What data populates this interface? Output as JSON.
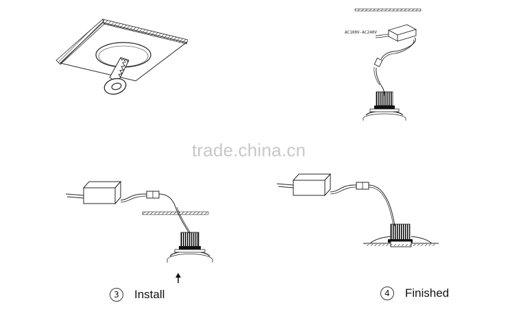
{
  "watermark": "trade.china.cn",
  "steps": [
    {
      "number": "3",
      "label": "Install"
    },
    {
      "number": "4",
      "label": "Finished"
    }
  ],
  "panel2": {
    "driver_label": "AC100V-AC240V"
  },
  "colors": {
    "line": "#222222",
    "watermark": "#c8c8c8",
    "background": "#ffffff"
  }
}
